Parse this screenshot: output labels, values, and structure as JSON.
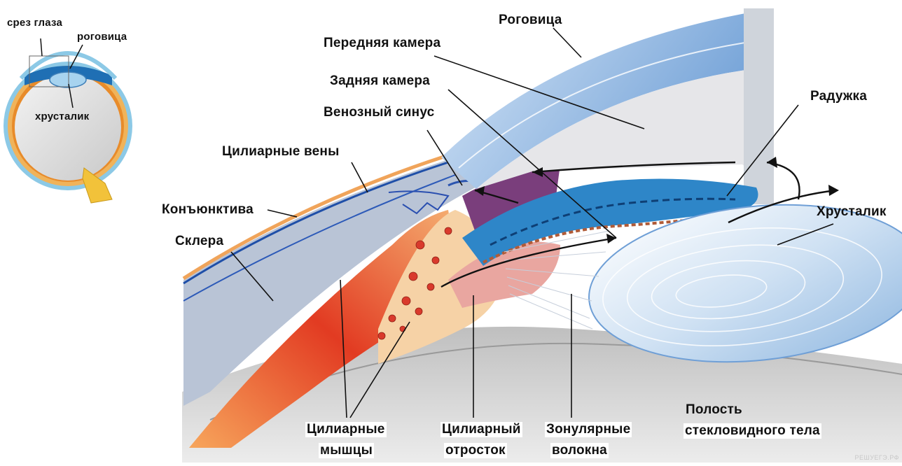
{
  "inset": {
    "labels": {
      "eye_section": "срез глаза",
      "cornea": "роговица",
      "lens": "хрусталик"
    }
  },
  "main": {
    "labels": {
      "cornea": "Роговица",
      "anterior_chamber": "Передняя камера",
      "posterior_chamber": "Задняя камера",
      "venous_sinus": "Венозный синус",
      "iris": "Радужка",
      "ciliary_veins": "Цилиарные вены",
      "conjunctiva": "Конъюнктива",
      "sclera": "Склера",
      "lens": "Хрусталик",
      "ciliary_muscles_1": "Цилиарные",
      "ciliary_muscles_2": "мышцы",
      "ciliary_process_1": "Цилиарный",
      "ciliary_process_2": "отросток",
      "zonular_fibers_1": "Зонулярные",
      "zonular_fibers_2": "волокна",
      "vitreous_1": "Полость",
      "vitreous_2": "стекловидного тела"
    }
  },
  "watermark": "РЕШУЕГЭ.РФ",
  "colors": {
    "cornea": "#a9c6e8",
    "sclera": "#b7c3d6",
    "iris": "#2e86c8",
    "muscle": "#e8442a",
    "lens": "#cfe1f3",
    "vitreous": "#d9d9d9",
    "venous": "#7a3e7c"
  }
}
